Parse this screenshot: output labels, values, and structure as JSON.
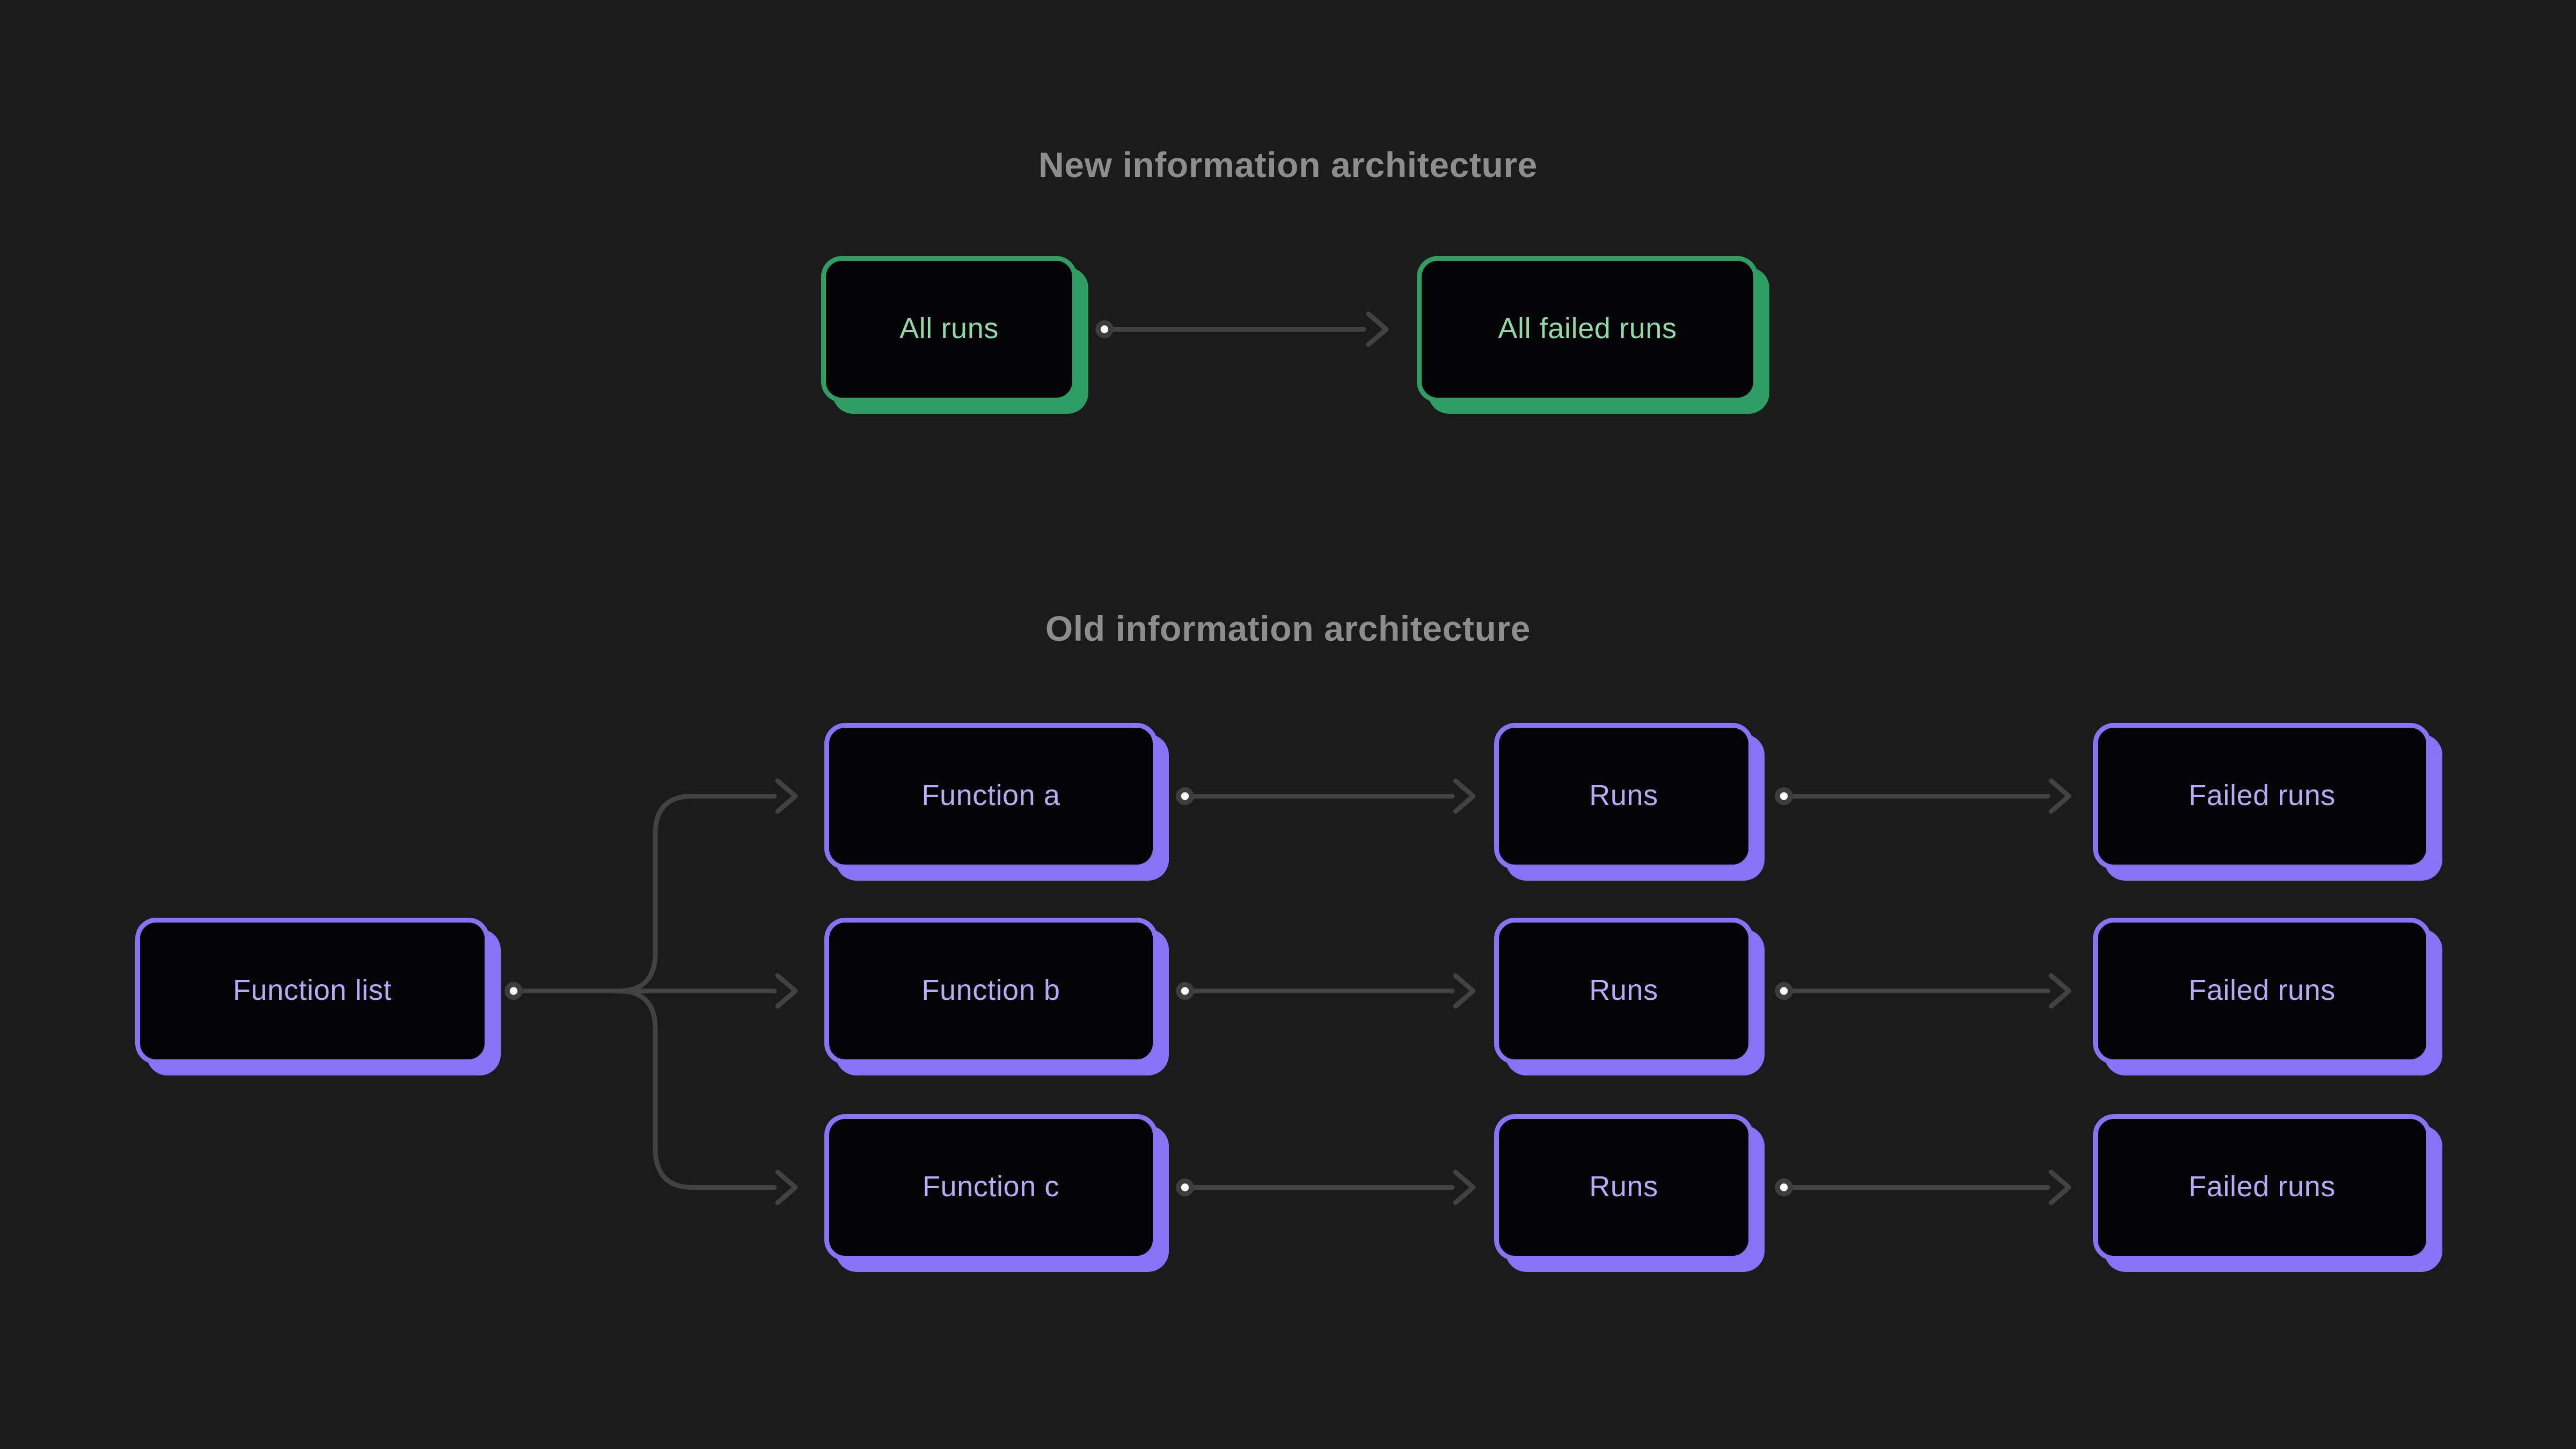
{
  "colors": {
    "background": "#1b1b1b",
    "node_fill": "#040406",
    "green_border": "#2f9e63",
    "green_text": "#93d8ab",
    "purple_border": "#8872f5",
    "purple_text": "#b9aaf6",
    "connector": "#424242",
    "dot_ring": "#3d3d3d",
    "dot_fill": "#ffffff",
    "title_text": "#8d8d8d"
  },
  "sections": {
    "new": {
      "title": "New information architecture",
      "nodes": [
        {
          "id": "all-runs",
          "label": "All runs"
        },
        {
          "id": "all-failed-runs",
          "label": "All failed runs"
        }
      ]
    },
    "old": {
      "title": "Old information architecture",
      "root": {
        "id": "function-list",
        "label": "Function list"
      },
      "rows": [
        {
          "function": "Function a",
          "runs": "Runs",
          "failed": "Failed runs"
        },
        {
          "function": "Function b",
          "runs": "Runs",
          "failed": "Failed runs"
        },
        {
          "function": "Function c",
          "runs": "Runs",
          "failed": "Failed runs"
        }
      ]
    }
  }
}
